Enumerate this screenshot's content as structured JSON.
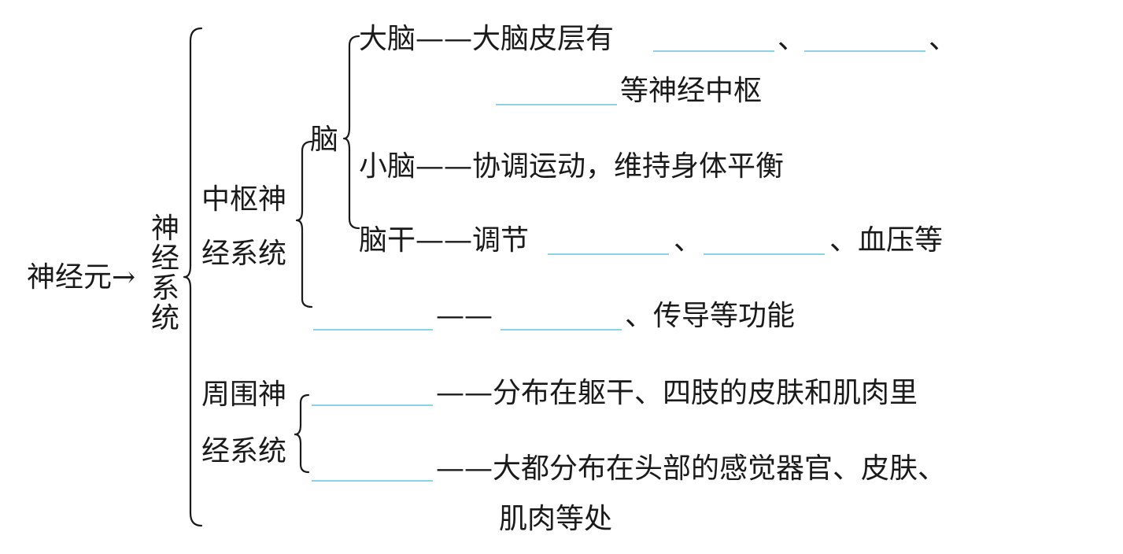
{
  "root": {
    "label": "神经元→",
    "system": "神经系统"
  },
  "central": {
    "label_line1": "中枢神",
    "label_line2": "经系统",
    "brain": {
      "label": "脑",
      "cerebrum": {
        "text": "大脑——大脑皮层有",
        "sep1": "、",
        "sep2": "、",
        "tail": "等神经中枢"
      },
      "cerebellum": {
        "text": "小脑——协调运动，维持身体平衡"
      },
      "brainstem": {
        "text": "脑干——调节",
        "sep": "、",
        "tail": "、血压等"
      }
    },
    "spinal": {
      "dash": "——",
      "tail": "、传导等功能"
    }
  },
  "peripheral": {
    "label_line1": "周围神",
    "label_line2": "经系统",
    "item1": {
      "text": "——分布在躯干、四肢的皮肤和肌肉里"
    },
    "item2": {
      "text": "——大都分布在头部的感觉器官、皮肤、",
      "text2": "肌肉等处"
    }
  },
  "colors": {
    "blank_line": "#8fd0e6",
    "text": "#1a1a1a"
  }
}
